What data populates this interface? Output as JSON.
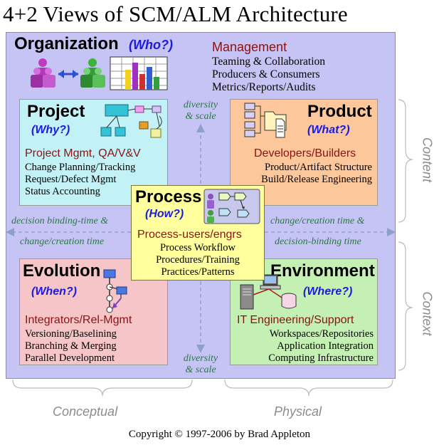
{
  "title": "4+2 Views of SCM/ALM Architecture",
  "organization": {
    "header": "Organization",
    "question": "(Who?)",
    "role": "Management",
    "lines": [
      "Teaming & Collaboration",
      "Producers & Consumers",
      "Metrics/Reports/Audits"
    ]
  },
  "project": {
    "header": "Project",
    "question": "(Why?)",
    "role": "Project Mgmt, QA/V&V",
    "lines": [
      "Change Planning/Tracking",
      "Request/Defect Mgmt",
      "Status Accounting"
    ]
  },
  "product": {
    "header": "Product",
    "question": "(What?)",
    "role": "Developers/Builders",
    "lines": [
      "Product/Artifact Structure",
      "Build/Release Engineering"
    ]
  },
  "process": {
    "header": "Process",
    "question": "(How?)",
    "role": "Process-users/engrs",
    "lines": [
      "Process Workflow",
      "Procedures/Training",
      "Practices/Patterns"
    ]
  },
  "evolution": {
    "header": "Evolution",
    "question": "(When?)",
    "role": "Integrators/Rel-Mgmt",
    "lines": [
      "Versioning/Baselining",
      "Branching & Merging",
      "Parallel Development"
    ]
  },
  "environment": {
    "header": "Environment",
    "question": "(Where?)",
    "role": "IT Engineering/Support",
    "lines": [
      "Workspaces/Repositories",
      "Application Integration",
      "Computing Infrastructure"
    ]
  },
  "axis": {
    "top": [
      "diversity",
      "& scale"
    ],
    "bottom": [
      "diversity",
      "& scale"
    ],
    "left": [
      "decision binding-time &",
      "change/creation time"
    ],
    "right": [
      "change/creation time &",
      "decision-binding time"
    ]
  },
  "labels": {
    "content": "Content",
    "context": "Context",
    "conceptual": "Conceptual",
    "physical": "Physical"
  },
  "copyright": "Copyright © 1997-2006 by Brad Appleton",
  "colors": {
    "outer": "#c6c3f5",
    "project": "#c2f2f6",
    "product": "#fcc79b",
    "process": "#ffff9e",
    "evolution": "#f6c5c8",
    "environment": "#c5f0b3",
    "question": "#1b1be0",
    "role": "#8a1212",
    "axis": "#2a7a44"
  }
}
